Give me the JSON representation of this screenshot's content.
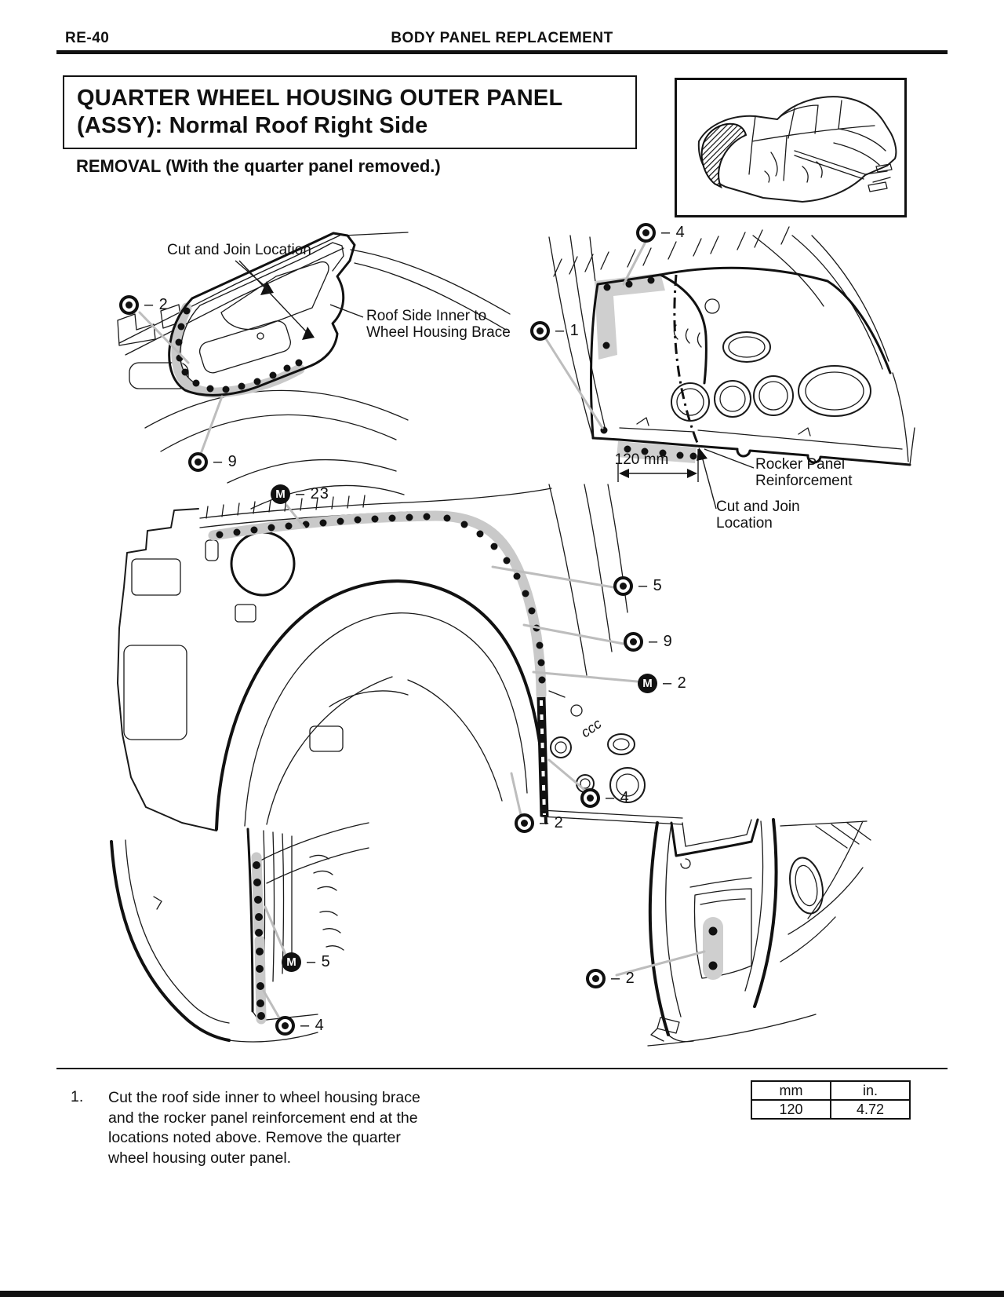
{
  "header": {
    "page_code": "RE-40",
    "title": "BODY PANEL REPLACEMENT"
  },
  "title": {
    "line1": "QUARTER WHEEL HOUSING OUTER PANEL",
    "line2": "(ASSY): Normal Roof Right Side"
  },
  "section_heading": "REMOVAL (With the quarter panel removed.)",
  "labels": {
    "cut_join_top": "Cut and Join Location",
    "roof_side": [
      "Roof Side Inner to",
      "Wheel Housing Brace"
    ],
    "dim_120": "120 mm",
    "rocker": [
      "Rocker Panel",
      "Reinforcement"
    ],
    "cut_join_right": [
      "Cut and Join",
      "Location"
    ]
  },
  "symbols": {
    "mig": "M",
    "spot_weld_meaning": "spot-weld",
    "mig_weld_meaning": "mig-weld"
  },
  "callouts": [
    {
      "type": "spot",
      "label": "– 2"
    },
    {
      "type": "spot",
      "label": "– 9"
    },
    {
      "type": "spot",
      "label": "– 1"
    },
    {
      "type": "spot",
      "label": "– 4"
    },
    {
      "type": "mig",
      "label": "– 23"
    },
    {
      "type": "spot",
      "label": "– 5"
    },
    {
      "type": "spot",
      "label": "– 9"
    },
    {
      "type": "mig",
      "label": "– 2"
    },
    {
      "type": "spot",
      "label": "– 4"
    },
    {
      "type": "spot",
      "label": "– 2"
    },
    {
      "type": "mig",
      "label": "– 5"
    },
    {
      "type": "spot",
      "label": "– 4"
    },
    {
      "type": "spot",
      "label": "– 2"
    }
  ],
  "instruction": {
    "number": "1.",
    "lines": [
      "Cut the roof side inner to wheel housing brace",
      "and the rocker panel reinforcement end at the",
      "locations noted above. Remove the quarter",
      "wheel housing outer panel."
    ]
  },
  "table": {
    "headers": [
      "mm",
      "in."
    ],
    "rows": [
      [
        "120",
        "4.72"
      ]
    ]
  }
}
